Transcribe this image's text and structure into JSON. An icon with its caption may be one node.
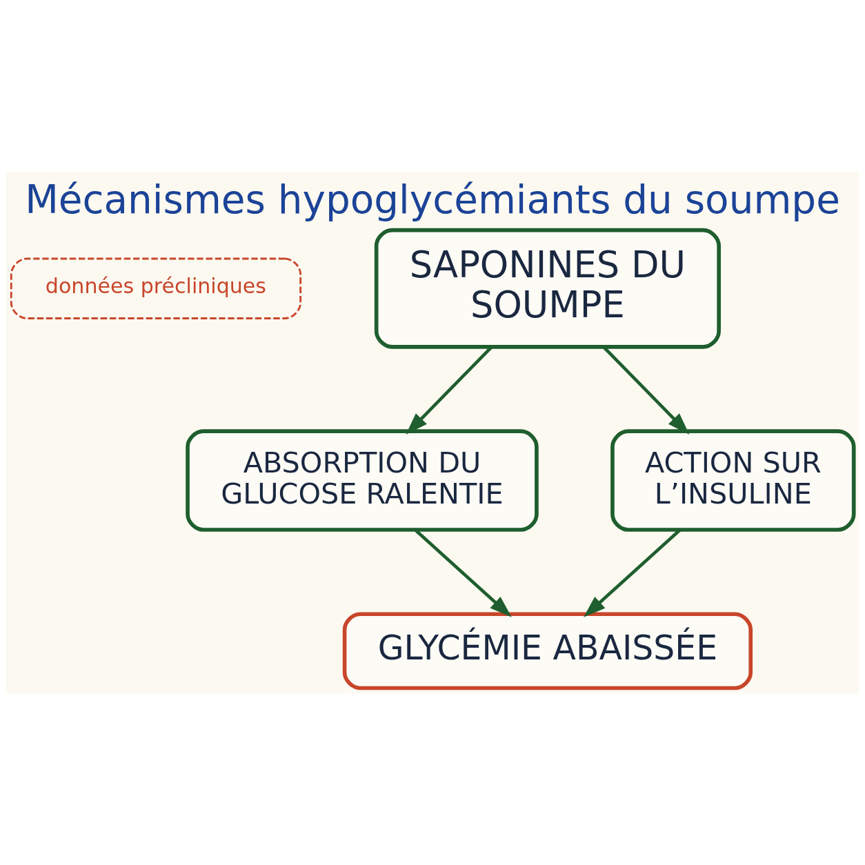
{
  "diagram": {
    "title": "Mécanismes hypoglycémiants du soumpe",
    "nodes": [
      {
        "text": [
          "données précliniques"
        ]
      },
      {
        "text": [
          "SAPONINES DU SOUMPE"
        ]
      },
      {
        "text": [
          "ABSORPTION DU GLUCOSE RALENTIE"
        ]
      },
      {
        "text": [
          "ACTION SUR L’INSULINE"
        ]
      },
      {
        "text": [
          "GLYCÉMIE ABAISSÉE"
        ]
      }
    ],
    "edges": [
      {
        "from": 1,
        "to": 2,
        "arrow": "to"
      },
      {
        "from": 1,
        "to": 3,
        "arrow": "to"
      },
      {
        "from": 2,
        "to": 4,
        "arrow": "to"
      },
      {
        "from": 3,
        "to": 4,
        "arrow": "to"
      }
    ]
  }
}
